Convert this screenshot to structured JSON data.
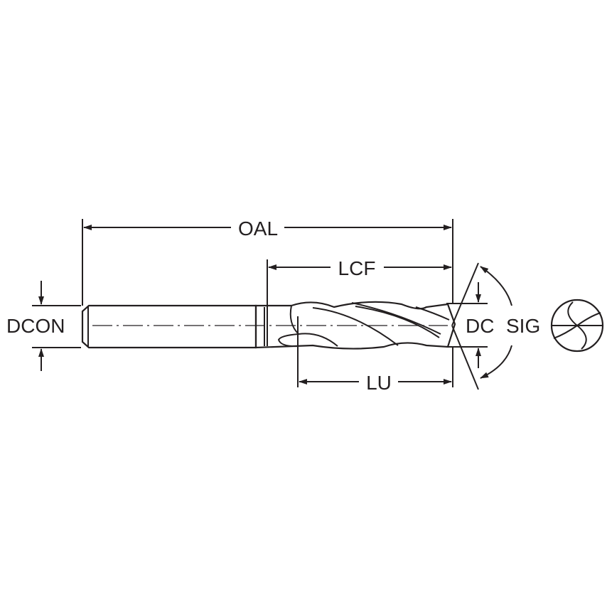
{
  "labels": {
    "oal": "OAL",
    "lcf": "LCF",
    "lu": "LU",
    "dcon": "DCON",
    "dc": "DC",
    "sig": "SIG"
  },
  "colors": {
    "shank": "#d3d5d7",
    "coating": "#f2b81a",
    "outline": "#231f20"
  }
}
